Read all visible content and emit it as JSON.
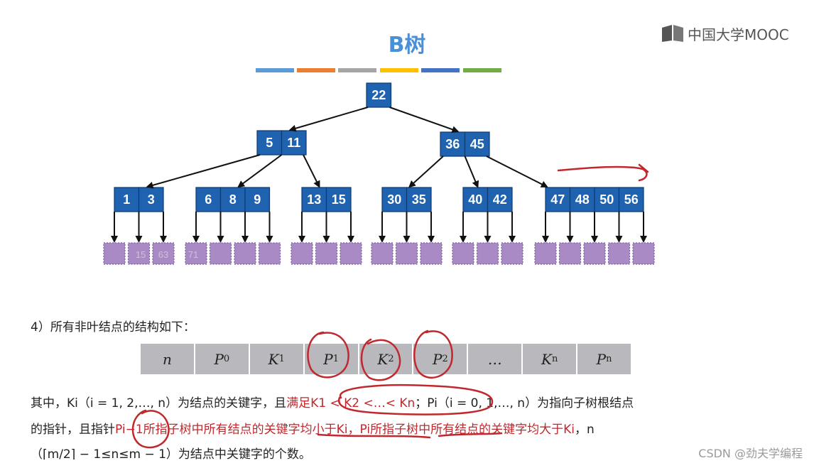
{
  "title": "B树",
  "logo_text": "中国大学MOOC",
  "watermark": "CSDN @劲夫学编程",
  "color_bar": [
    "#5b9bd5",
    "#ed7d31",
    "#a5a5a5",
    "#ffc000",
    "#4472c4",
    "#70ad47"
  ],
  "tree": {
    "root": [
      "22"
    ],
    "level1": [
      [
        "5",
        "11"
      ],
      [
        "36",
        "45"
      ]
    ],
    "leaves_parent": [
      [
        "1",
        "3"
      ],
      [
        "6",
        "8",
        "9"
      ],
      [
        "13",
        "15"
      ],
      [
        "30",
        "35"
      ],
      [
        "40",
        "42"
      ],
      [
        "47",
        "48",
        "50",
        "56"
      ]
    ],
    "leaf_faint_labels": [
      "15",
      "63",
      "71"
    ]
  },
  "section_heading": "4）所有非叶结点的结构如下：",
  "table_cells": [
    {
      "base": "n",
      "sub": ""
    },
    {
      "base": "P",
      "sub": "0"
    },
    {
      "base": "K",
      "sub": "1"
    },
    {
      "base": "P",
      "sub": "1"
    },
    {
      "base": "K",
      "sub": "2"
    },
    {
      "base": "P",
      "sub": "2"
    },
    {
      "base": "…",
      "sub": ""
    },
    {
      "base": "K",
      "sub": "n"
    },
    {
      "base": "P",
      "sub": "n"
    }
  ],
  "para": {
    "line1_a": "其中，Ki（i = 1, 2,…, n）为结点的关键字，且",
    "line1_red": "满足K1 < K2 <…< Kn",
    "line1_b": "；Pi（i = 0, 1,…, n）为指向子树根结点",
    "line2_a": "的指针，且指针",
    "line2_red": "Pi−1所指子树中所有结点的关键字均小于Ki，Pi所指子树中所有结点的关键字均大于Ki",
    "line2_b": "，n",
    "line3": "（⌈m/2⌉ − 1≤n≤m − 1）为结点中关键字的个数。"
  },
  "colors": {
    "node_fill": "#1f63b0",
    "node_border": "#0b3b75",
    "leaf_fill": "#a98ac4",
    "title": "#4a90d9",
    "annotation_red": "#c0282d",
    "table_fill": "#b8b8bd"
  }
}
